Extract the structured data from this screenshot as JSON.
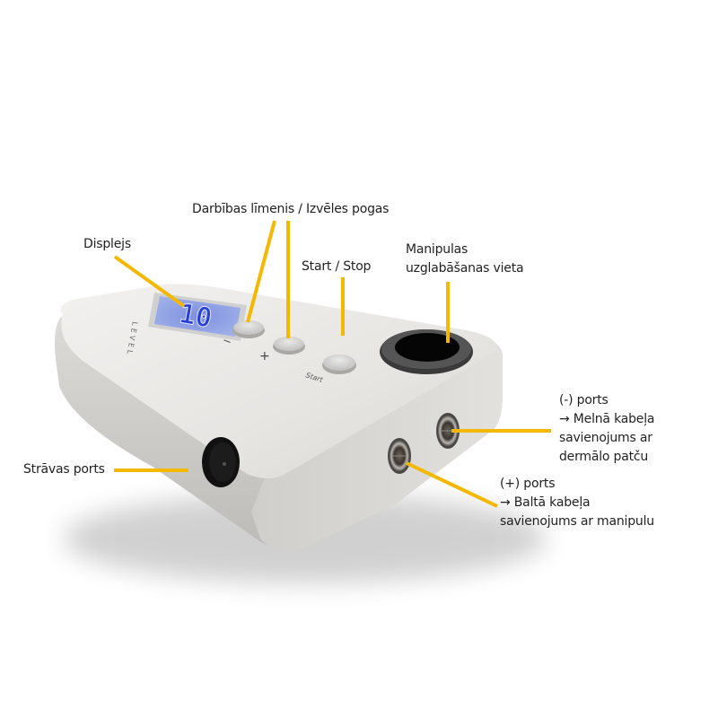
{
  "diagram": {
    "accent_color": "#f5b800",
    "device": {
      "display_value": "10",
      "display_caption": "LEVEL",
      "minus_symbol": "−",
      "plus_symbol": "+",
      "start_caption": "Start"
    },
    "labels": {
      "display": {
        "lines": [
          "Displejs"
        ]
      },
      "level_buttons": {
        "lines": [
          "Darbības līmenis / Izvēles pogas"
        ]
      },
      "start_stop": {
        "lines": [
          "Start / Stop"
        ]
      },
      "holder": {
        "lines": [
          "Manipulas",
          "uzglabāšanas vieta"
        ]
      },
      "power_port": {
        "lines": [
          "Strāvas ports"
        ]
      },
      "minus_port": {
        "lines": [
          "(-) ports",
          "→  Melnā kabeļa",
          "savienojums ar",
          "dermālo patču"
        ]
      },
      "plus_port": {
        "lines": [
          "(+) ports",
          "→  Baltā kabeļa",
          "savienojums ar manipulu"
        ]
      }
    }
  }
}
